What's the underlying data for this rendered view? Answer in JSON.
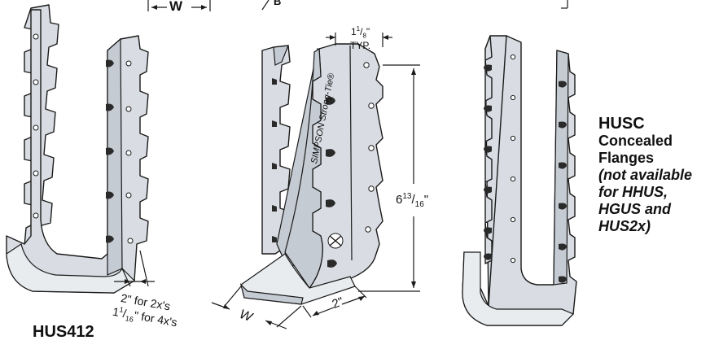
{
  "colors": {
    "steel_fill": "#d9dde3",
    "steel_shade": "#c5cbd3",
    "steel_light": "#e9ecef",
    "stroke": "#1a1a1a"
  },
  "top_dimension": {
    "w_label": "W",
    "b_label": "B"
  },
  "left_hanger": {
    "part_name": "HUS412",
    "seat_dim_line1": "2\" for 2x's",
    "seat_dim_line2": "1",
    "seat_dim_line2_frac_num": "1",
    "seat_dim_line2_frac_den": "16",
    "seat_dim_line2_tail": "\" for 4x's"
  },
  "center_hanger": {
    "brand_text": "SIMPSON Strong-Tie®",
    "flange_dim_whole": "1",
    "flange_dim_num": "1",
    "flange_dim_den": "8",
    "flange_dim_unit": "\"",
    "flange_dim_note": "TYP.",
    "height_whole": "6",
    "height_num": "13",
    "height_den": "16",
    "height_unit": "\"",
    "seat_depth": "2\"",
    "width_label": "W"
  },
  "right_hanger": {
    "title": "HUSC",
    "line1": "Concealed",
    "line2": "Flanges",
    "note1": "(not available",
    "note2": "for HHUS,",
    "note3": "HGUS and",
    "note4": "HUS2x)"
  }
}
